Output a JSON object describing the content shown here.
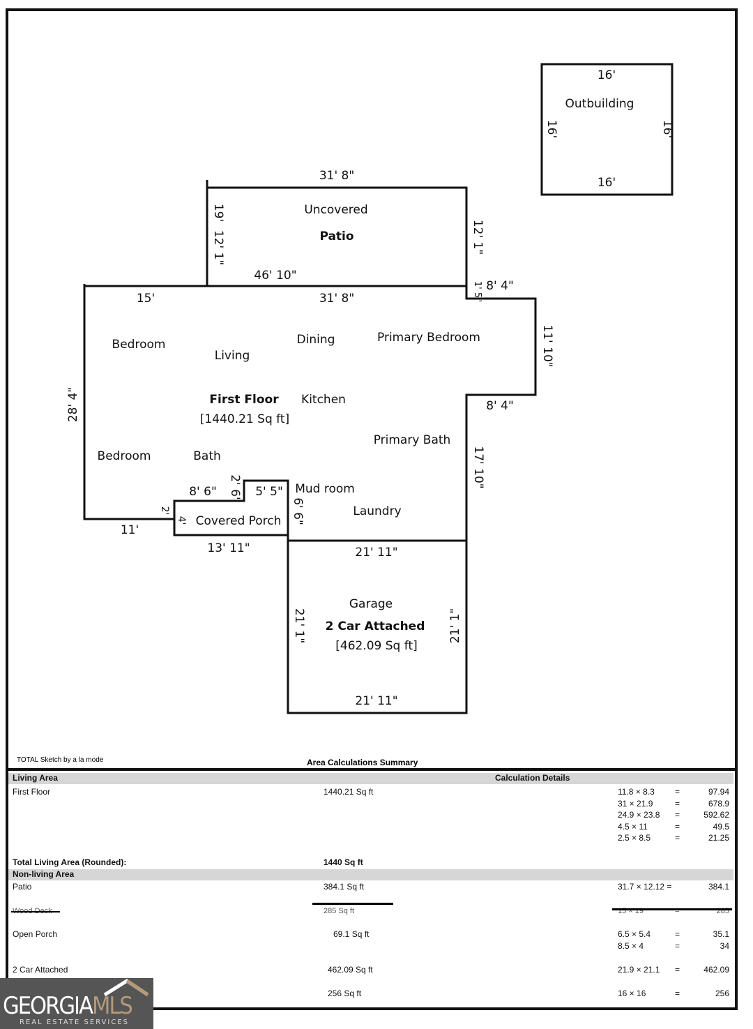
{
  "plan": {
    "outbuilding": {
      "name": "Outbuilding",
      "top": "16'",
      "bottom": "16'",
      "left": "16'",
      "right": "16'"
    },
    "patio": {
      "line1": "Uncovered",
      "line2": "Patio",
      "top": "31' 8\"",
      "left_outer": "19'",
      "left_inner": "12' 1\"",
      "right": "12' 1\"",
      "inner": "46' 10\""
    },
    "main": {
      "top_left": "15'",
      "top_mid": "31' 8\"",
      "notch_v": "1' 5\"",
      "bump_top": "8' 4\"",
      "bump_right": "11' 10\"",
      "bump_bottom": "8' 4\"",
      "right_lower": "17' 10\"",
      "left": "28' 4\"",
      "bottom_left": "11'"
    },
    "rooms": {
      "bedroom1": "Bedroom",
      "living": "Living",
      "dining": "Dining",
      "primary_bedroom": "Primary Bedroom",
      "first_floor": "First Floor",
      "first_floor_area": "[1440.21 Sq ft]",
      "kitchen": "Kitchen",
      "primary_bath": "Primary Bath",
      "bedroom2": "Bedroom",
      "bath": "Bath",
      "mud_room": "Mud room",
      "laundry": "Laundry"
    },
    "porch": {
      "name": "Covered Porch",
      "a": "8' 6\"",
      "b": "2' 6\"",
      "c": "5' 5\"",
      "d": "2'",
      "e": "4'",
      "f": "6' 6\"",
      "bottom": "13' 11\""
    },
    "garage": {
      "line1": "Garage",
      "line2": "2 Car Attached",
      "area": "[462.09 Sq ft]",
      "top": "21' 11\"",
      "bottom": "21' 11\"",
      "left": "21' 1\"",
      "right": "21' 1\""
    }
  },
  "footer": {
    "software": "TOTAL Sketch by a la mode",
    "title": "Area Calculations Summary"
  },
  "table": {
    "living_header": "Living Area",
    "calc_header": "Calculation Details",
    "first_floor": {
      "label": "First Floor",
      "area": "1440.21 Sq ft",
      "calcs": [
        [
          "11.8 × 8.3",
          "=",
          "97.94"
        ],
        [
          "31 × 21.9",
          "=",
          "678.9"
        ],
        [
          "24.9 × 23.8",
          "=",
          "592.62"
        ],
        [
          "4.5 × 11",
          "=",
          "49.5"
        ],
        [
          "2.5 × 8.5",
          "=",
          "21.25"
        ]
      ]
    },
    "total_label": "Total Living Area (Rounded):",
    "total_value": "1440 Sq ft",
    "nonliving_header": "Non-living Area",
    "patio": {
      "label": "Patio",
      "area": "384.1 Sq ft",
      "calcs": [
        [
          "31.7 × 12.12 =",
          "",
          "384.1"
        ]
      ]
    },
    "wood_deck": {
      "label": "Wood Deck",
      "area": "285 Sq ft",
      "calcs": [
        [
          "15 × 19",
          "=",
          "285"
        ]
      ]
    },
    "open_porch": {
      "label": "Open Porch",
      "area": "69.1 Sq ft",
      "calcs": [
        [
          "6.5 × 5.4",
          "=",
          "35.1"
        ],
        [
          "8.5 × 4",
          "=",
          "34"
        ]
      ]
    },
    "garage": {
      "label": "2 Car Attached",
      "area": "462.09 Sq ft",
      "calcs": [
        [
          "21.9 × 21.1",
          "=",
          "462.09"
        ]
      ]
    },
    "outbuilding": {
      "area": "256 Sq ft",
      "calcs": [
        [
          "16 × 16",
          "=",
          "256"
        ]
      ]
    }
  },
  "logo": {
    "text1": "GEORGIA",
    "text2": "MLS",
    "tagline": "REAL ESTATE SERVICES",
    "bg": "#555555",
    "accent": "#b39a78"
  }
}
